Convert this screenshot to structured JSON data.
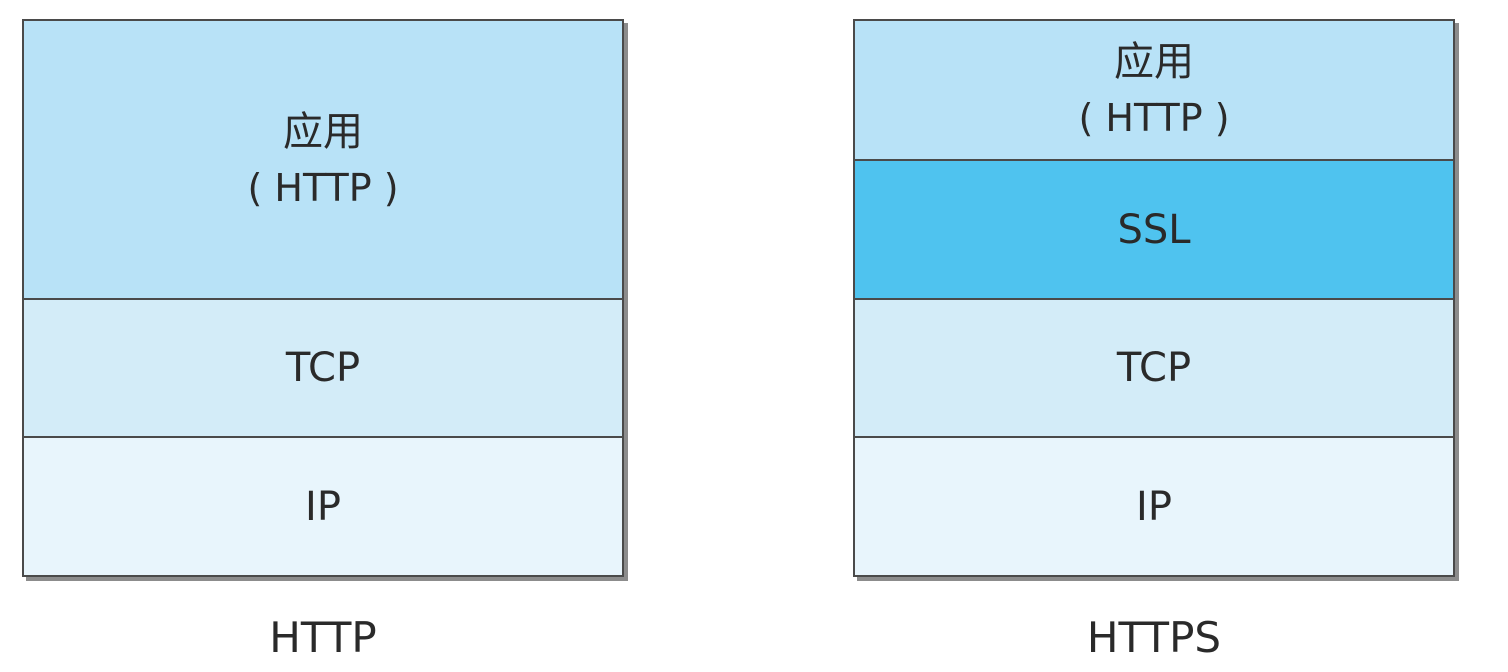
{
  "colors": {
    "app": "#b8e2f7",
    "ssl": "#4fc3ef",
    "tcp": "#d3ecf8",
    "ip": "#e8f5fc",
    "border": "#4a4a4a"
  },
  "http": {
    "caption": "HTTP",
    "layers": {
      "app_line1": "应用",
      "app_line2": "( HTTP )",
      "tcp": "TCP",
      "ip": "IP"
    }
  },
  "https": {
    "caption": "HTTPS",
    "layers": {
      "app_line1": "应用",
      "app_line2": "( HTTP )",
      "ssl": "SSL",
      "tcp": "TCP",
      "ip": "IP"
    }
  }
}
